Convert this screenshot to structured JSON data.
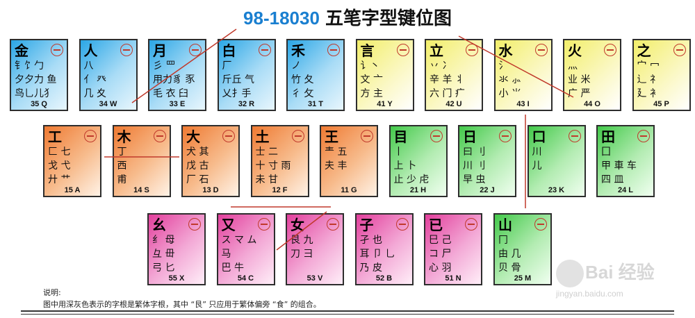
{
  "title": {
    "code": "98-18030",
    "text": "五笔字型键位图"
  },
  "rows": [
    [
      {
        "main": "金",
        "roots": [
          "钅饣勹",
          "夕夕力 鱼",
          "鸟乚儿犭"
        ],
        "code": "35 Q",
        "color": "blue"
      },
      {
        "main": "人",
        "roots": [
          "八",
          "亻 癶",
          "几 夊"
        ],
        "code": "34 W",
        "color": "blue"
      },
      {
        "main": "月",
        "roots": [
          "彡 罒",
          "用力豸 豕",
          "毛 衣 臼"
        ],
        "code": "33 E",
        "color": "blue"
      },
      {
        "main": "白",
        "roots": [
          "厂",
          "斤丘 气",
          "乂扌手"
        ],
        "code": "32 R",
        "color": "blue"
      },
      {
        "main": "禾",
        "roots": [
          "ノ",
          "竹 夂",
          "彳 攵"
        ],
        "code": "31 T",
        "color": "blue"
      },
      {
        "main": "言",
        "roots": [
          "讠丶",
          "文 亠",
          "方 主"
        ],
        "code": "41 Y",
        "color": "yellow"
      },
      {
        "main": "立",
        "roots": [
          "丷 冫",
          "辛 羊 丬",
          "六 门 疒"
        ],
        "code": "42 U",
        "color": "yellow"
      },
      {
        "main": "水",
        "roots": [
          "氵",
          "氺 ⺗",
          "小 ⺌"
        ],
        "code": "43 I",
        "color": "yellow"
      },
      {
        "main": "火",
        "roots": [
          "灬",
          "业 米",
          "广 严"
        ],
        "code": "44 O",
        "color": "yellow"
      },
      {
        "main": "之",
        "roots": [
          "宀 冖",
          "辶 礻",
          "廴 衤"
        ],
        "code": "45 P",
        "color": "yellow"
      }
    ],
    [
      {
        "main": "工",
        "roots": [
          "匚 七",
          "戈 弋",
          "廾 艹"
        ],
        "code": "15 A",
        "color": "orange"
      },
      {
        "main": "木",
        "roots": [
          "丁",
          "西",
          "甫"
        ],
        "code": "14 S",
        "color": "orange"
      },
      {
        "main": "大",
        "roots": [
          "犬 其",
          "戊 古",
          "厂 石"
        ],
        "code": "13 D",
        "color": "orange"
      },
      {
        "main": "土",
        "roots": [
          "士 二",
          "十 寸 雨",
          "未 甘"
        ],
        "code": "12 F",
        "color": "orange"
      },
      {
        "main": "王",
        "roots": [
          "",
          "龶 五",
          "夫 丰"
        ],
        "code": "11 G",
        "color": "orange"
      },
      {
        "main": "目",
        "roots": [
          "丨",
          "上 卜",
          "止 少 虍"
        ],
        "code": "21 H",
        "color": "green"
      },
      {
        "main": "日",
        "roots": [
          "曰 刂",
          "川 刂",
          "早 虫"
        ],
        "code": "22 J",
        "color": "green"
      },
      {
        "main": "口",
        "roots": [
          "",
          "川",
          "儿"
        ],
        "code": "23 K",
        "color": "green"
      },
      {
        "main": "田",
        "roots": [
          "囗",
          "甲 車 车",
          "四 皿"
        ],
        "code": "24 L",
        "color": "green"
      }
    ],
    [
      {
        "main": "幺",
        "roots": [
          "纟 母",
          "彑 毌",
          "弓 匕"
        ],
        "code": "55 X",
        "color": "pink"
      },
      {
        "main": "又",
        "roots": [
          "ス マ ム",
          "马",
          "巴 牛"
        ],
        "code": "54 C",
        "color": "pink"
      },
      {
        "main": "女",
        "roots": [
          "",
          "艮 九",
          "刀 彐"
        ],
        "code": "53 V",
        "color": "pink"
      },
      {
        "main": "子",
        "roots": [
          "孑 也",
          "耳 卩 乚",
          "乃 皮"
        ],
        "code": "52 B",
        "color": "pink"
      },
      {
        "main": "已",
        "roots": [
          "巳 己",
          "コ 尸",
          "心 羽"
        ],
        "code": "51 N",
        "color": "pink"
      },
      {
        "main": "山",
        "roots": [
          "冂",
          "由 几",
          "贝 骨"
        ],
        "code": "25 M",
        "color": "green"
      }
    ]
  ],
  "note": {
    "label": "说明:",
    "text": "图中用深灰色表示的字根是繁体字根，其中 “艮” 只应用于繁体偏旁 “食” 的组合。"
  },
  "watermark": {
    "brand": "Bai 经验",
    "url": "jingyan.baidu.com"
  }
}
